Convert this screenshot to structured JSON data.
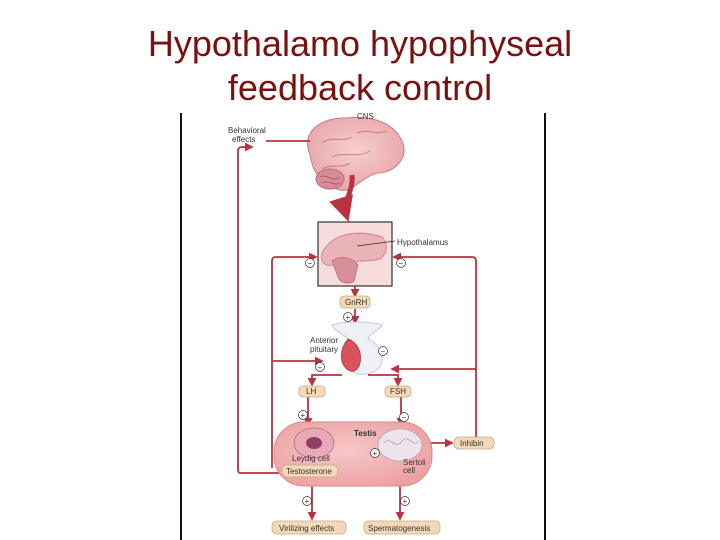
{
  "title": {
    "line1": "Hypothalamo hypophyseal",
    "line2": "feedback control"
  },
  "diagram": {
    "cns": "CNS",
    "behavioral_effects_line1": "Behavioral",
    "behavioral_effects_line2": "effects",
    "hypothalamus": "Hypothalamus",
    "gnrh": "GnRH",
    "anterior_pituitary_line1": "Anterior",
    "anterior_pituitary_line2": "pituitary",
    "lh": "LH",
    "fsh": "FSH",
    "testis": "Testis",
    "leydig_cell": "Leydig cell",
    "sertoli_cell_line1": "Sertoli",
    "sertoli_cell_line2": "cell",
    "testosterone": "Testosterone",
    "inhibin": "Inhibin",
    "virilizing_effects": "Virilizing effects",
    "spermatogenesis": "Spermatogenesis",
    "sign_minus": "−",
    "sign_plus": "+"
  },
  "colors": {
    "title": "#7a1010",
    "pathway": "#b8323f",
    "label_box": "#f3d9b8",
    "testis_fill": "#f2b4b4"
  }
}
